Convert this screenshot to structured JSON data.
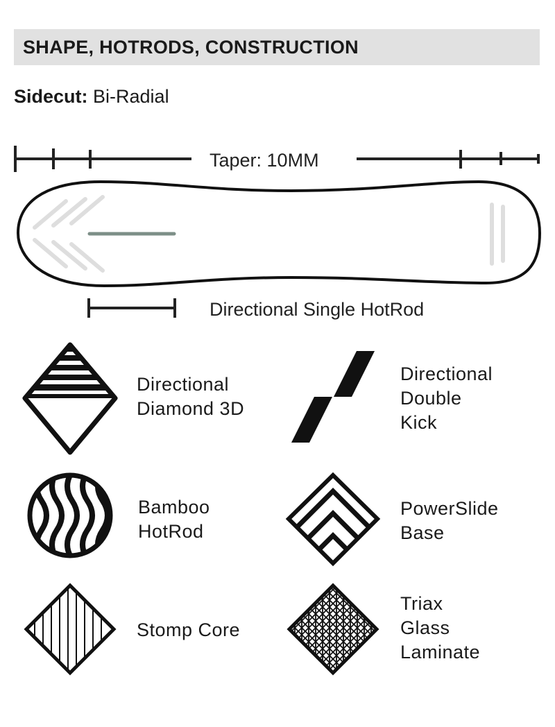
{
  "header": {
    "title": "SHAPE, HOTRODS, CONSTRUCTION"
  },
  "sidecut": {
    "label": "Sidecut:",
    "value": "Bi-Radial"
  },
  "diagram": {
    "taper": "Taper: 10MM",
    "hotrod": "Directional Single HotRod",
    "hotrod_color": "#7d8f88"
  },
  "features": [
    {
      "line1": "Directional",
      "line2": "Diamond 3D"
    },
    {
      "line1": "Directional",
      "line2": "Double",
      "line3": "Kick"
    },
    {
      "line1": "Bamboo",
      "line2": "HotRod"
    },
    {
      "line1": "PowerSlide",
      "line2": "Base"
    },
    {
      "line1": "Stomp Core"
    },
    {
      "line1": "Triax",
      "line2": "Glass",
      "line3": "Laminate"
    }
  ]
}
